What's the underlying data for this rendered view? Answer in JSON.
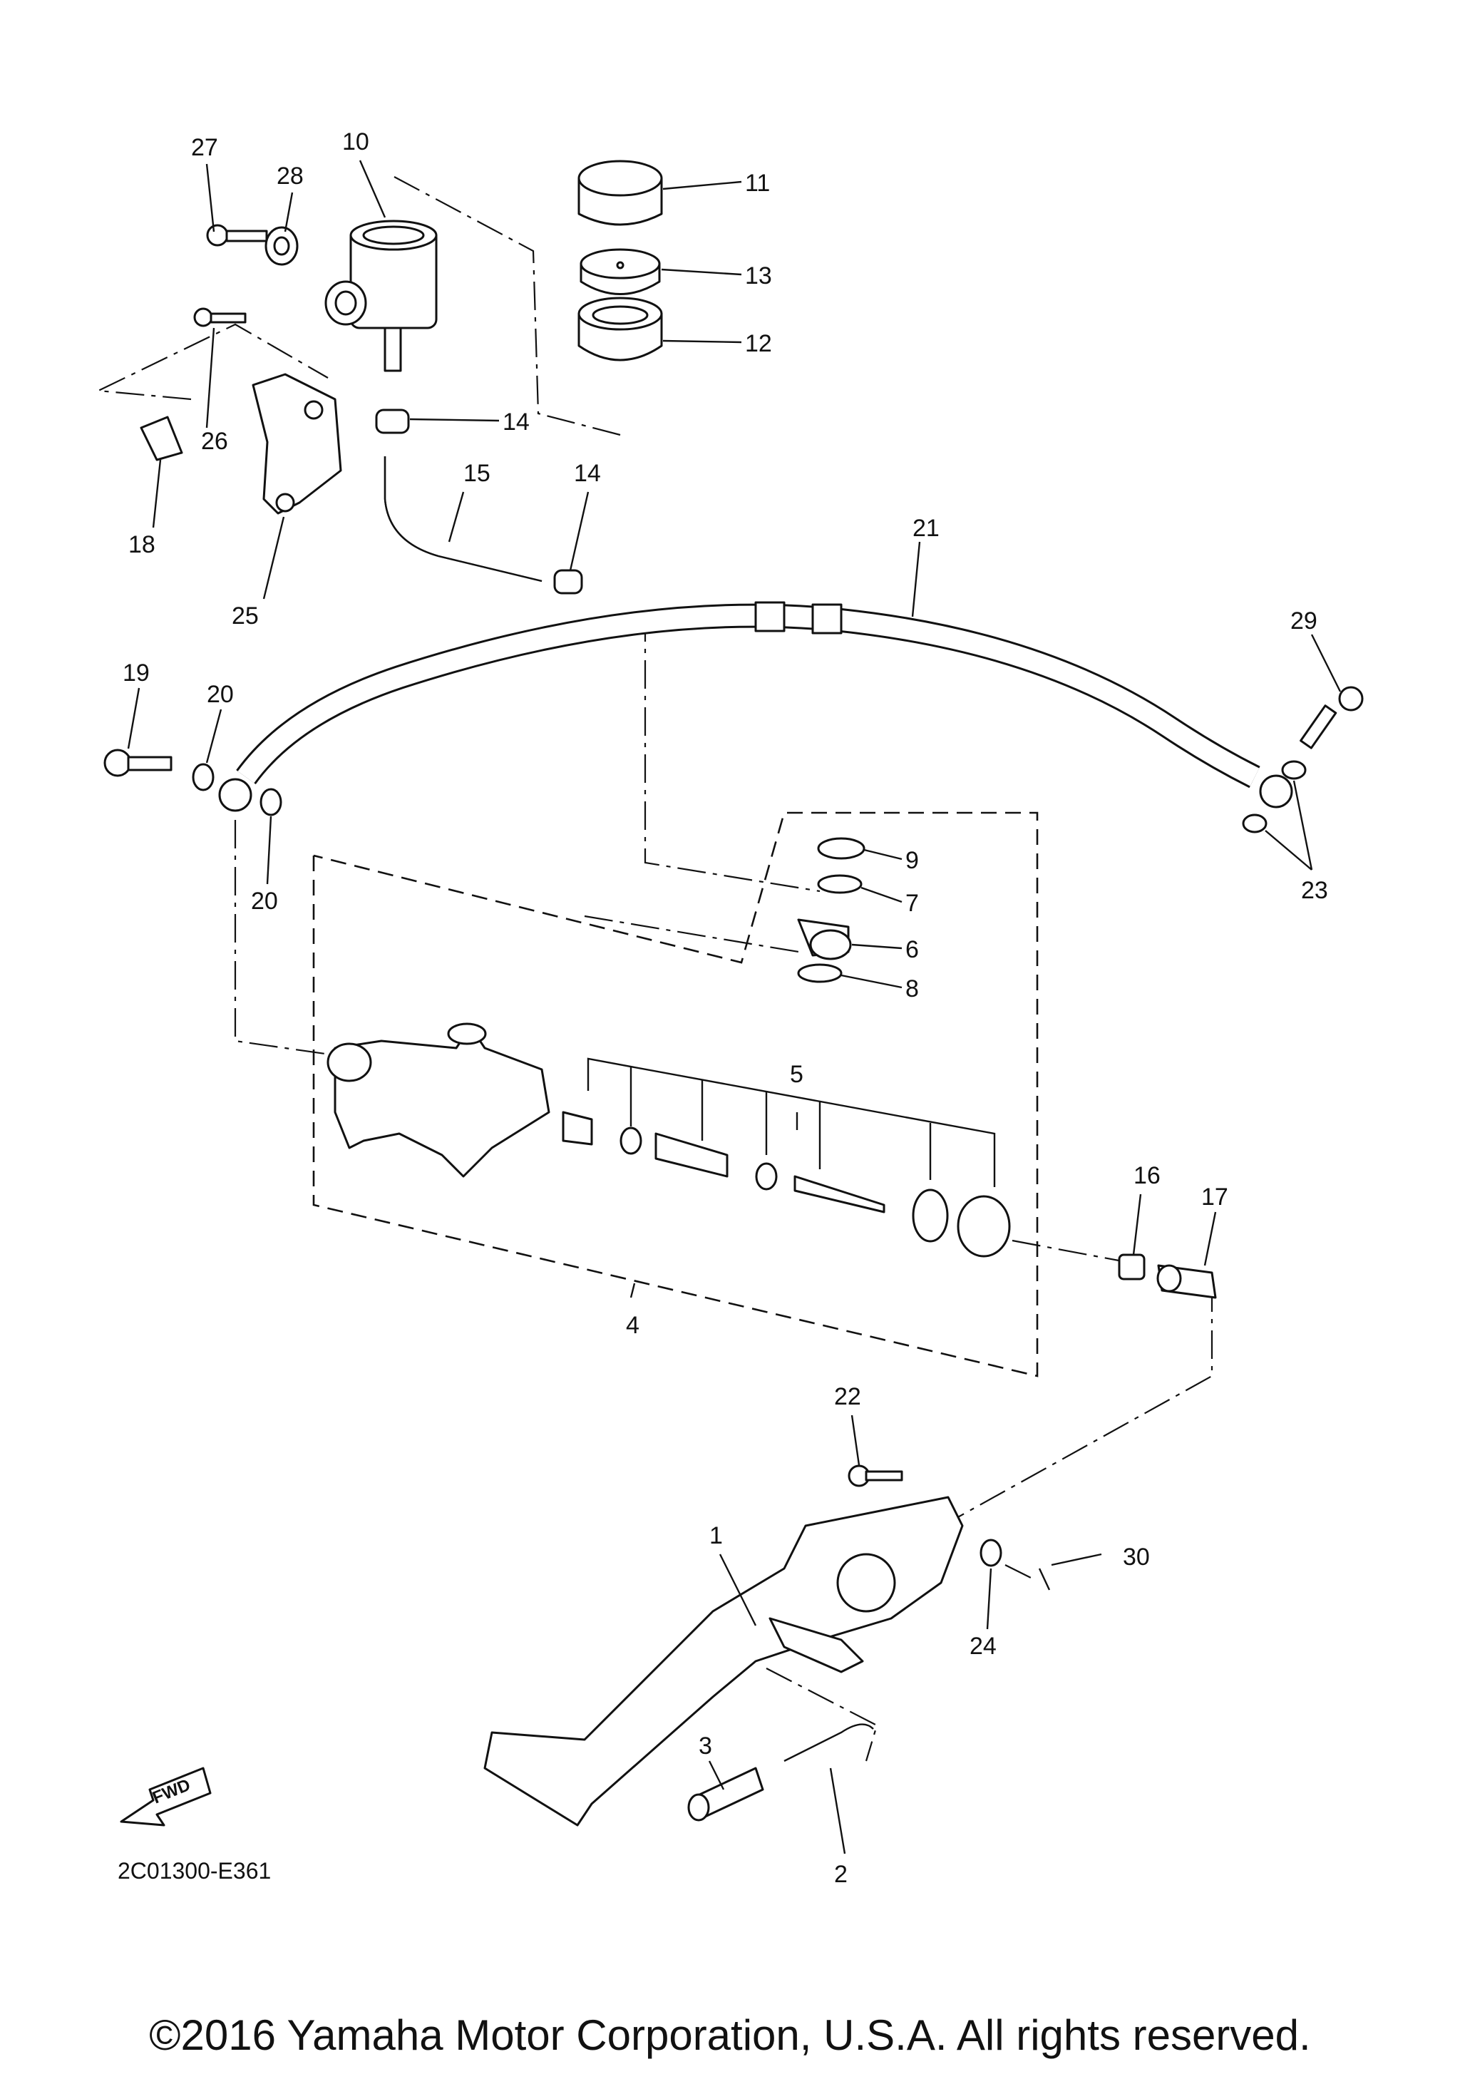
{
  "diagram": {
    "callouts": [
      "1",
      "2",
      "3",
      "4",
      "5",
      "6",
      "7",
      "8",
      "9",
      "10",
      "11",
      "12",
      "13",
      "14",
      "14",
      "15",
      "16",
      "17",
      "18",
      "19",
      "20",
      "20",
      "21",
      "22",
      "23",
      "24",
      "25",
      "26",
      "27",
      "28",
      "29",
      "30"
    ],
    "fwd_label": "FWD",
    "drawing_code": "2C01300-E361"
  },
  "footer": {
    "copyright": "©2016 Yamaha Motor Corporation, U.S.A. All rights reserved."
  }
}
